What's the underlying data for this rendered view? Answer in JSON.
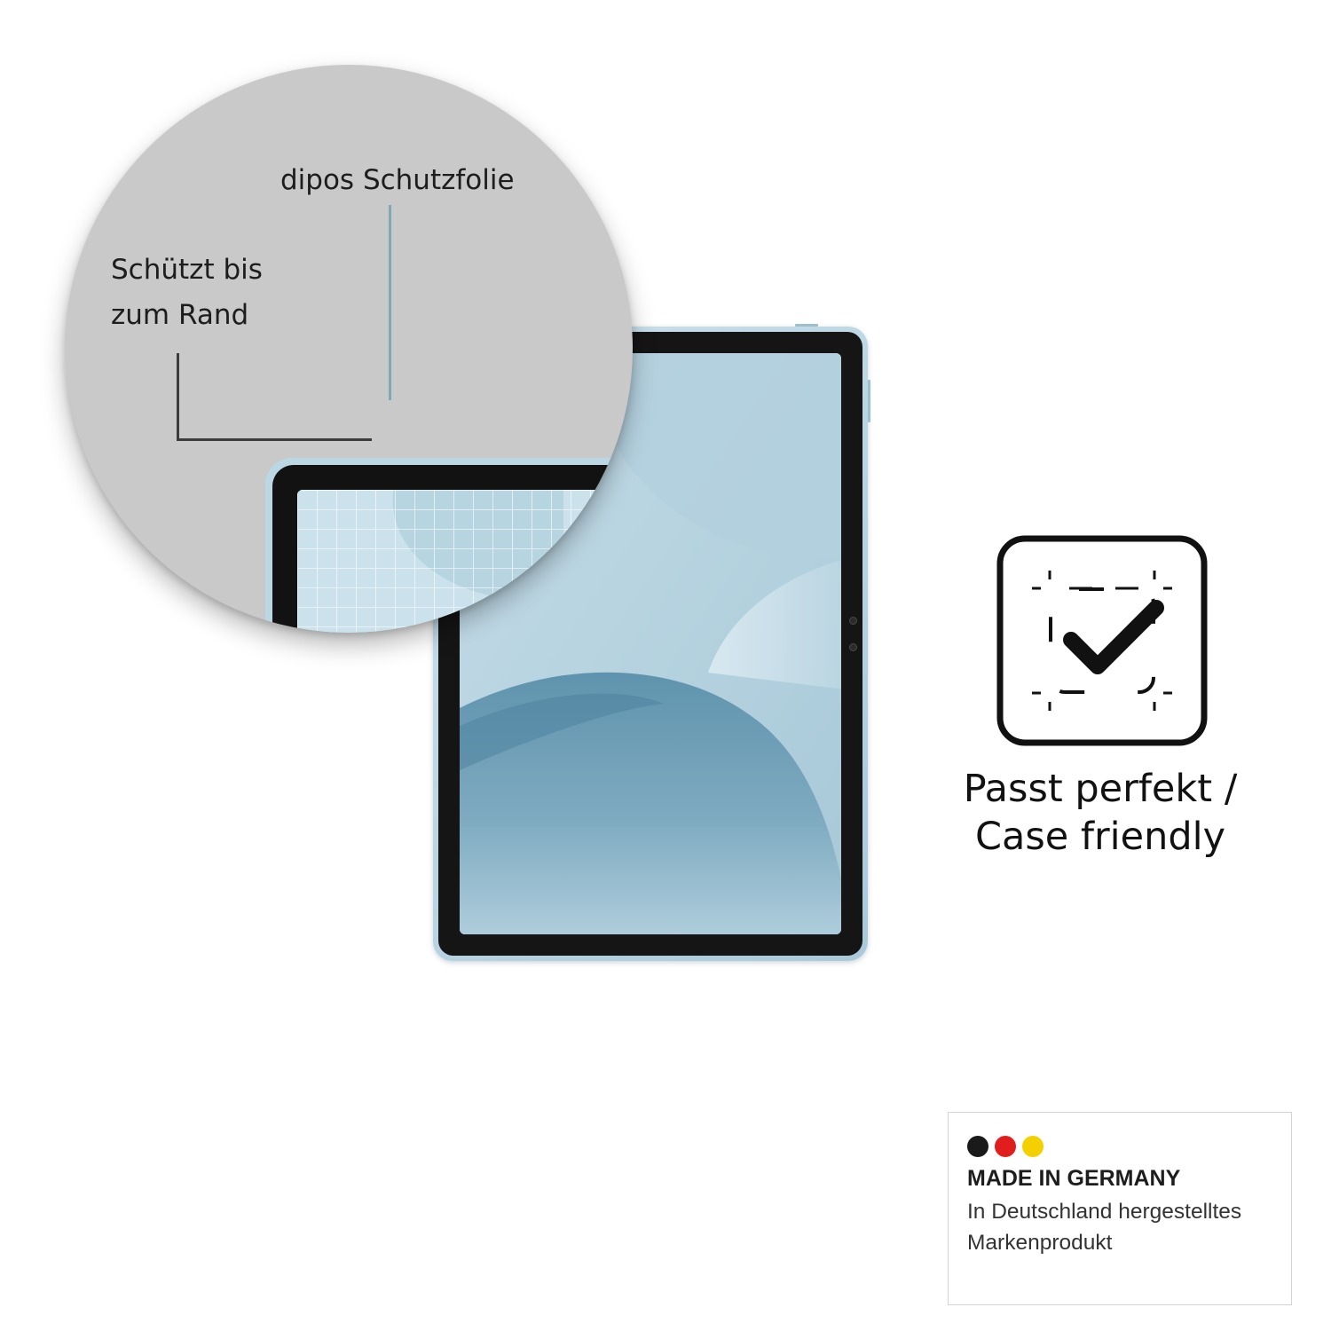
{
  "callouts": {
    "protective_film": "dipos Schutzfolie",
    "edge_line1": "Schützt bis",
    "edge_line2": "zum Rand"
  },
  "feature": {
    "icon": "fit-check-icon",
    "line1": "Passt perfekt /",
    "line2": "Case friendly"
  },
  "badge": {
    "title": "MADE IN GERMANY",
    "line1": "In Deutschland hergestelltes",
    "line2": "Markenprodukt",
    "flag_colors": [
      "#1a1a1a",
      "#e11d1d",
      "#f5d000"
    ]
  },
  "colors": {
    "magnifier_bg": "#c9c9c9",
    "callout_line": "#7fa7b8",
    "tablet_frame": "#bcd6e3"
  }
}
